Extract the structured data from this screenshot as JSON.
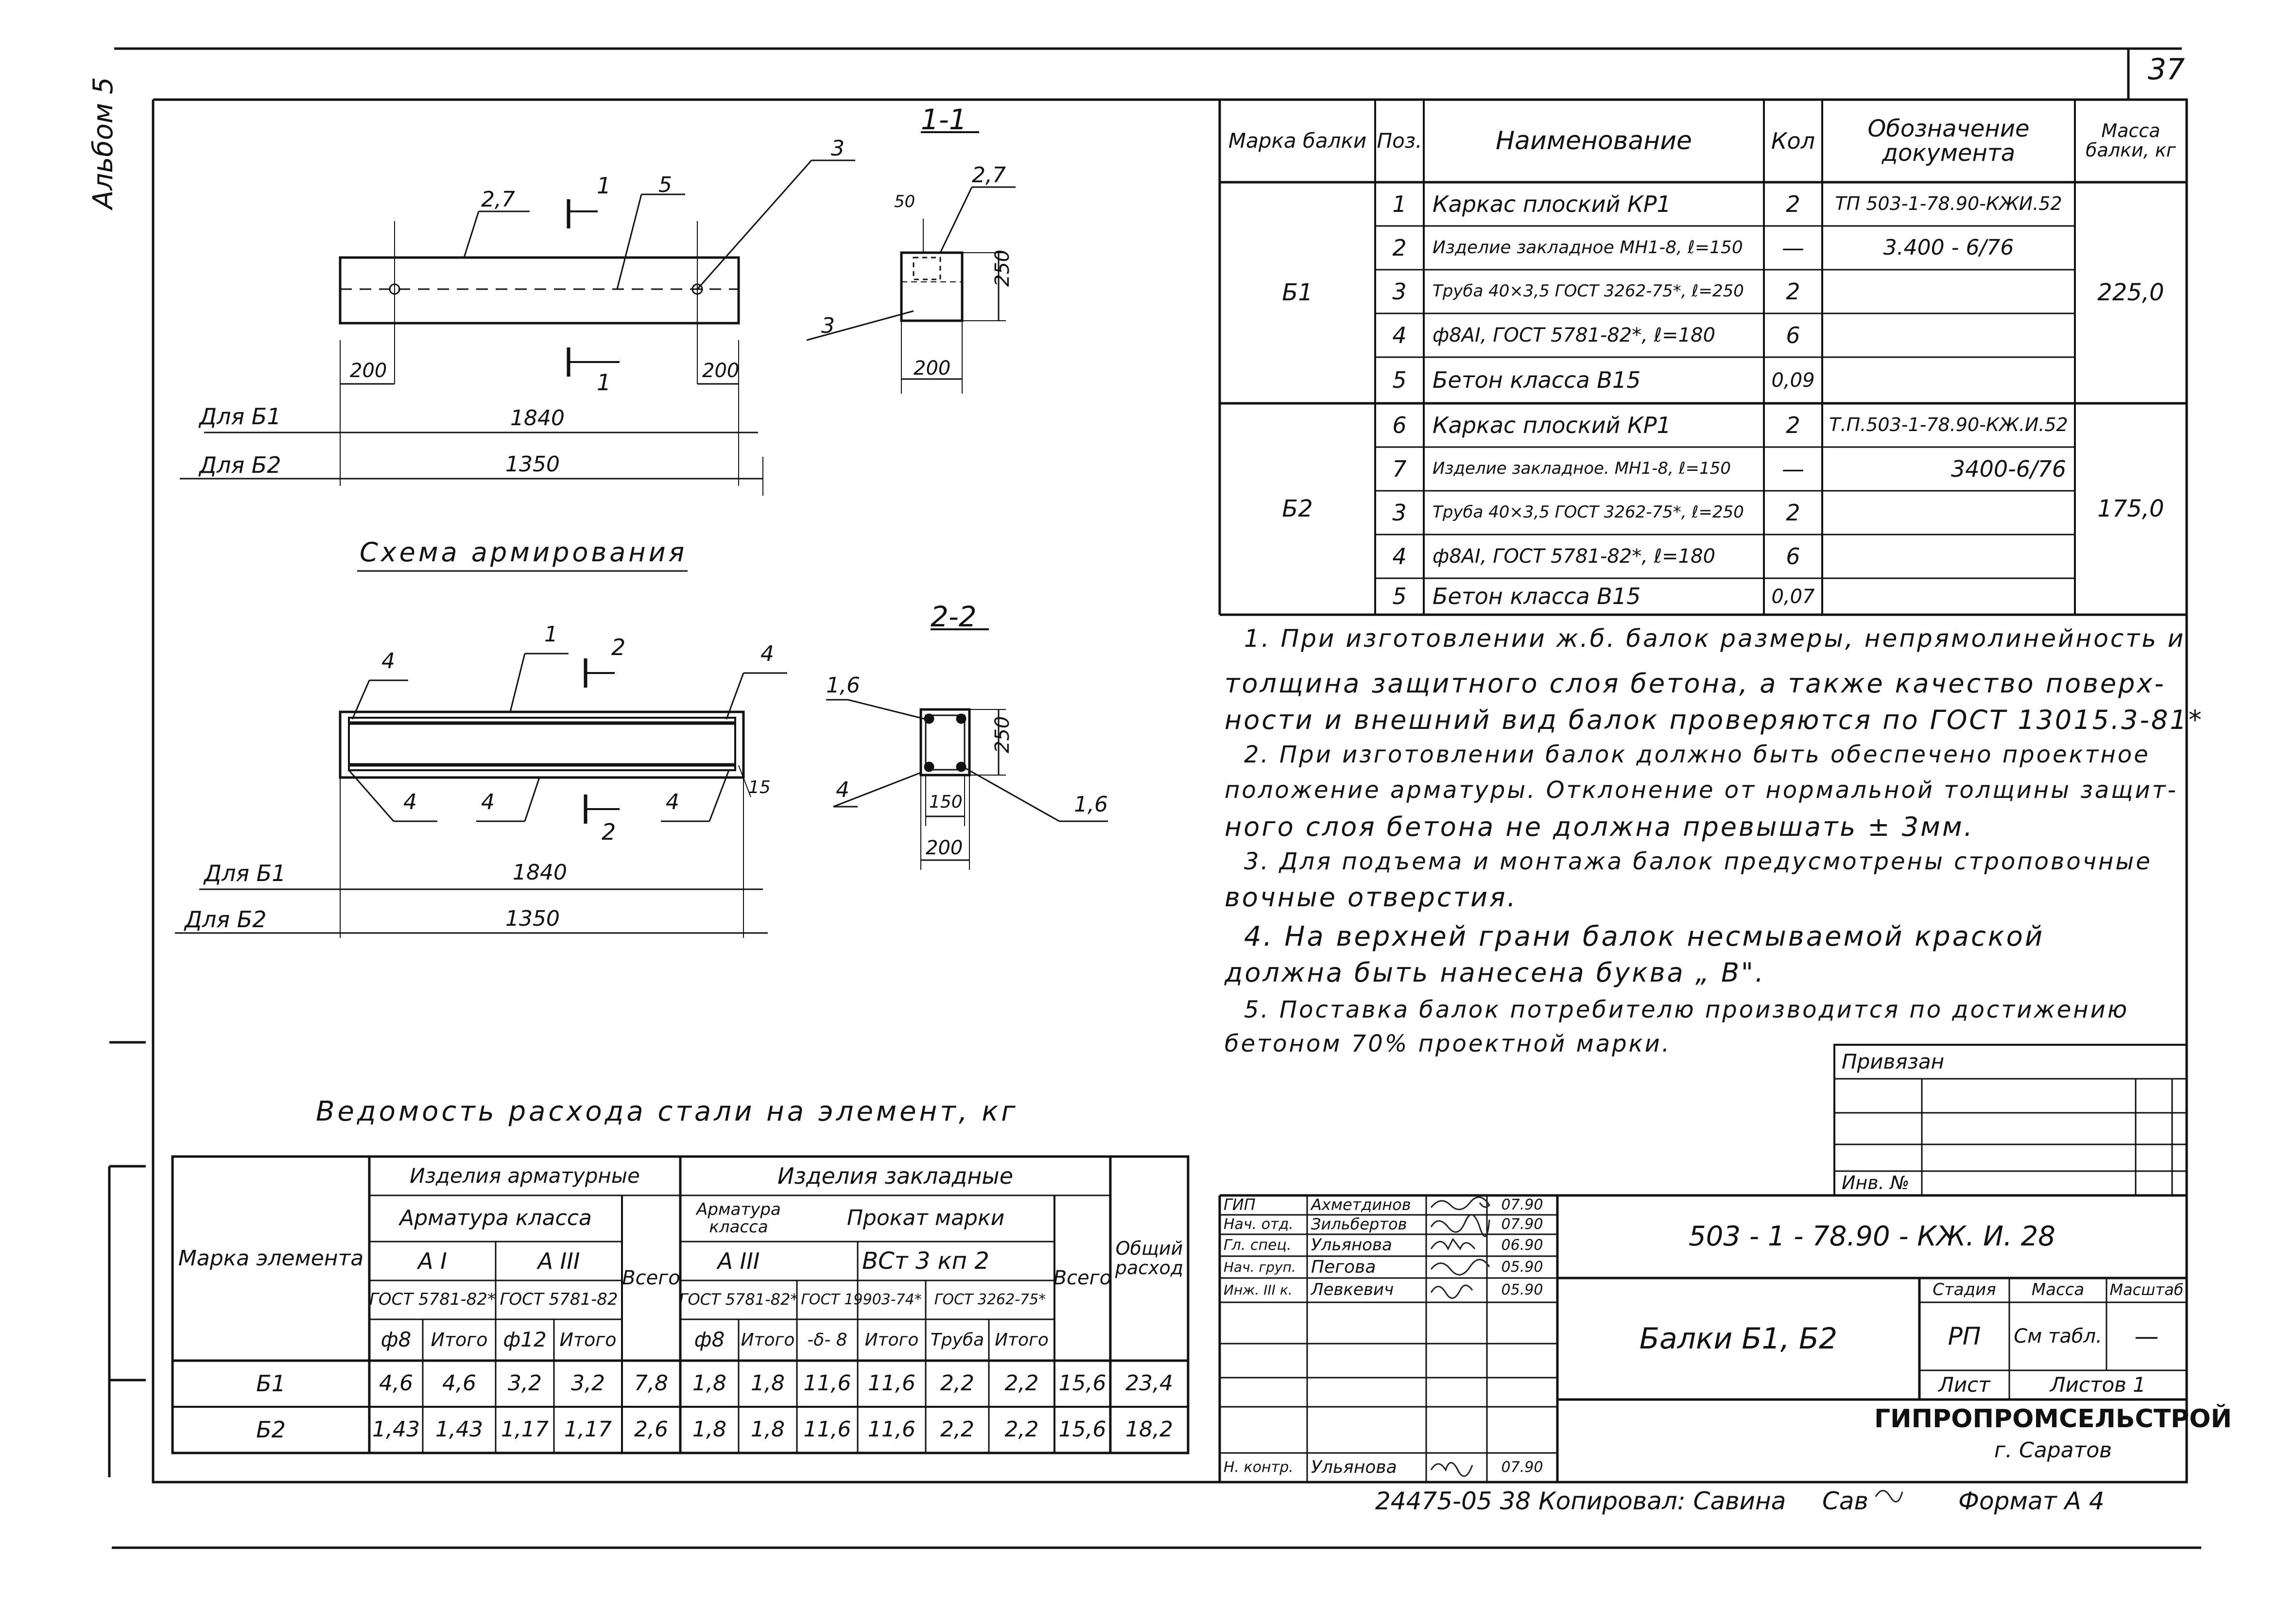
{
  "sheet": {
    "page_number": "37",
    "album_label": "Альбом 5",
    "bottom_line": "24475-05   38  Копировал:  Савина",
    "signature_initial": "Сав",
    "format_label": "Формат А 4"
  },
  "drawings": {
    "section_1_1": "1-1",
    "section_2_2": "2-2",
    "schema_title": "Схема   армирования",
    "cut_1": "1",
    "cut_2": "2",
    "callouts_top": [
      "2,7",
      "5",
      "3",
      "2,7",
      "3"
    ],
    "dims_top": [
      "200",
      "200",
      "1840",
      "1350",
      "250",
      "200",
      "50"
    ],
    "for_b1": "Для  Б1",
    "for_b2": "Для  Б2",
    "callouts_bottom": [
      "1",
      "4",
      "4",
      "4",
      "4",
      "4",
      "15",
      "1,6",
      "4",
      "1,6"
    ],
    "dims_bottom": [
      "1840",
      "1350",
      "250",
      "150",
      "200"
    ]
  },
  "spec_table": {
    "headers": [
      "Марка балки",
      "Поз.",
      "Наименование",
      "Кол",
      "Обозначение документа",
      "Масса балки, кг"
    ],
    "groups": [
      {
        "mark": "Б1",
        "mass": "225,0",
        "rows": [
          {
            "pos": "1",
            "name": "Каркас   плоский    КР1",
            "qty": "2",
            "doc": "ТП 503-1-78.90-КЖИ.52"
          },
          {
            "pos": "2",
            "name": "Изделие закладное МН1-8, ℓ=150",
            "qty": "—",
            "doc": "3.400 - 6/76"
          },
          {
            "pos": "3",
            "name": "Труба 40×3,5 ГОСТ 3262-75*, ℓ=250",
            "qty": "2",
            "doc": ""
          },
          {
            "pos": "4",
            "name": "ф8АI, ГОСТ 5781-82*, ℓ=180",
            "qty": "6",
            "doc": ""
          },
          {
            "pos": "5",
            "name": "Бетон   класса    В15",
            "qty": "0,09",
            "doc": ""
          }
        ]
      },
      {
        "mark": "Б2",
        "mass": "175,0",
        "rows": [
          {
            "pos": "6",
            "name": "Каркас   плоский   КР1",
            "qty": "2",
            "doc": "Т.П.503-1-78.90-КЖ.И.52"
          },
          {
            "pos": "7",
            "name": "Изделие закладное. МН1-8, ℓ=150",
            "qty": "—",
            "doc": "3400-6/76"
          },
          {
            "pos": "3",
            "name": "Труба 40×3,5 ГОСТ 3262-75*, ℓ=250",
            "qty": "2",
            "doc": ""
          },
          {
            "pos": "4",
            "name": "ф8АI, ГОСТ 5781-82*, ℓ=180",
            "qty": "6",
            "doc": ""
          },
          {
            "pos": "5",
            "name": "Бетон   класса   В15",
            "qty": "0,07",
            "doc": ""
          }
        ]
      }
    ]
  },
  "notes": [
    "1. При  изготовлении  ж.б.  балок  размеры,  непрямолинейность  и",
    "толщина  защитного  слоя  бетона,  а  также  качество  поверх-",
    "ности  и  внешний  вид  балок  проверяются   по ГОСТ 13015.3-81*",
    "2. При  изготовлении  балок  должно  быть  обеспечено  проектное",
    "положение  арматуры.  Отклонение  от  нормальной  толщины  защит-",
    "ного  слоя  бетона  не  должна   превышать ± 3мм.",
    "3. Для   подъема   и   монтажа   балок   предусмотрены   строповочные",
    "вочные     отверстия.",
    "4. На  верхней   грани   балок   несмываемой   краской",
    "должна   быть   нанесена   буква „ В\".",
    "5. Поставка  балок  потребителю  производится  по  достижению",
    "бетоном 70%  проектной  марки."
  ],
  "steel_table": {
    "title": "Ведомость   расхода   стали   на   элемент,  кг",
    "col_mark": "Марка элемента",
    "grp_reinf": "Изделия  арматурные",
    "grp_embed": "Изделия       закладные",
    "armatura_klassa": "Арматура    класса",
    "a1": "А I",
    "a3": "А III",
    "gost5781_a": "ГОСТ 5781-82*",
    "gost5781_b": "ГОСТ 5781-82",
    "f8": "ф8",
    "itogo": "Итого",
    "f12": "ф12",
    "vsego": "Всего",
    "arm_klassa_2": "Арматура класса",
    "prokat": "Прокат      марки",
    "a3b": "А III",
    "vst": "ВСт 3 кп 2",
    "gost5781_c": "ГОСТ 5781-82*",
    "gost19903": "ГОСТ 19903-74*",
    "gost3262": "ГОСТ 3262-75*",
    "f8b": "ф8",
    "itogo_b": "Итого",
    "delta8": "-δ- 8",
    "itogo_c": "Итого",
    "truba": "Труба",
    "itogo_d": "Итого",
    "obshchiy": "Общий расход",
    "rows": [
      {
        "mark": "Б1",
        "vals": [
          "4,6",
          "4,6",
          "3,2",
          "3,2",
          "7,8",
          "1,8",
          "1,8",
          "11,6",
          "11,6",
          "2,2",
          "2,2",
          "15,6",
          "23,4"
        ]
      },
      {
        "mark": "Б2",
        "vals": [
          "1,43",
          "1,43",
          "1,17",
          "1,17",
          "2,6",
          "1,8",
          "1,8",
          "11,6",
          "11,6",
          "2,2",
          "2,2",
          "15,6",
          "18,2"
        ]
      }
    ]
  },
  "title_block": {
    "privyazan": "Привязан",
    "inv_no": "Инв. №",
    "code": "503 - 1 - 78.90   - КЖ. И. 28",
    "title": "Балки   Б1, Б2",
    "stage_h": "Стадия",
    "mass_h": "Масса",
    "scale_h": "Масштаб",
    "stage": "РП",
    "mass": "См табл.",
    "scale": "—",
    "sheet_h": "Лист",
    "sheets_h": "Листов 1",
    "org": "ГИПРОПРОМСЕЛЬСТРОЙ",
    "city": "г. Саратов",
    "staff": [
      {
        "role": "ГИП",
        "name": "Ахметдинов",
        "date": "07.90"
      },
      {
        "role": "Нач. отд.",
        "name": "Зильбертов",
        "date": "07.90"
      },
      {
        "role": "Гл. спец.",
        "name": "Ульянова",
        "date": "06.90"
      },
      {
        "role": "Нач. груп.",
        "name": "Пегова",
        "date": "05.90"
      },
      {
        "role": "Инж. III к.",
        "name": "Левкевич",
        "date": "05.90"
      }
    ],
    "nkontr_role": "Н. контр.",
    "nkontr_name": "Ульянова",
    "nkontr_date": "07.90"
  }
}
